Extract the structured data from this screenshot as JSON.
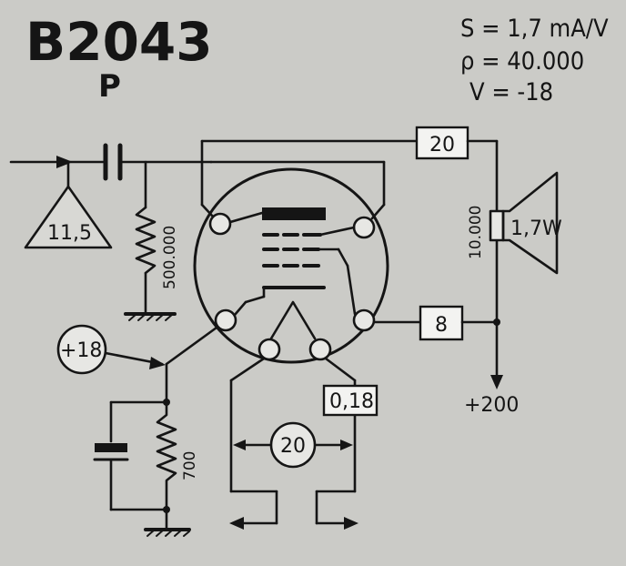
{
  "header": {
    "tube_type": "B2043",
    "subtype": "P"
  },
  "specs": {
    "slope": "S = 1,7 mA/V",
    "rho": "ρ = 40.000",
    "voltage": "V = -18"
  },
  "labels": {
    "input_level": "11,5",
    "grid_resistor": "500.000",
    "screen_resistor": "20",
    "speaker_impedance": "10.000",
    "speaker_power": "1,7W",
    "anode_resistor": "8",
    "supply": "+200",
    "bias_point": "+18",
    "filament_current": "0,18",
    "cathode_resistor": "700",
    "filament_voltage": "20"
  }
}
